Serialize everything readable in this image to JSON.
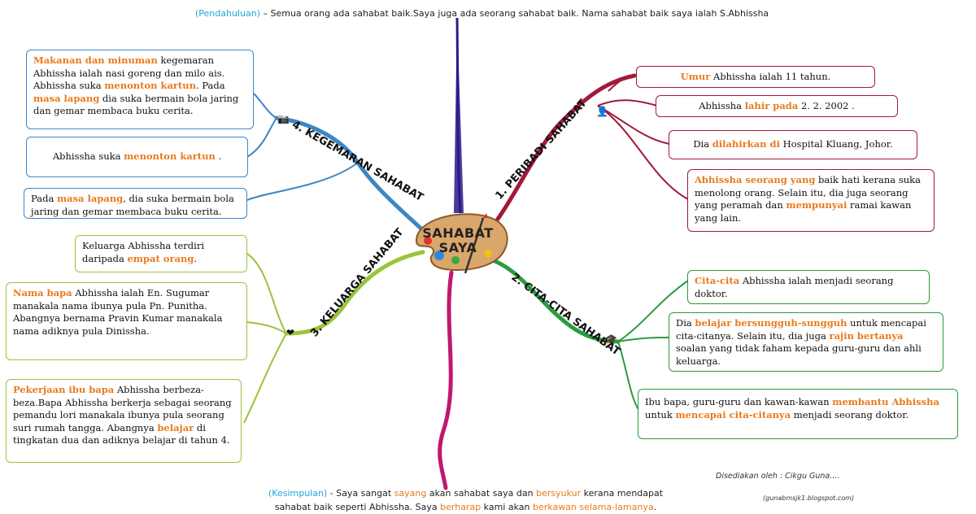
{
  "center": {
    "line1": "SAHABAT",
    "line2": "SAYA"
  },
  "intro": {
    "tag": "(Pendahuluan)",
    "text": " – Semua orang ada sahabat baik.Saya juga ada seorang sahabat baik. Nama sahabat baik saya ialah S.Abhissha"
  },
  "conclusion": {
    "tag": "(Kesimpulan)",
    "line1": [
      " - Saya sangat ",
      "sayang",
      " akan sahabat saya dan ",
      "bersyukur",
      " kerana mendapat"
    ],
    "line2": [
      "sahabat  baik seperti Abhissha. Saya ",
      "berharap",
      " kami akan ",
      "berkawan selama-lamanya",
      "."
    ]
  },
  "branches": {
    "b1": "1. PERIBADI SAHABAT",
    "b2": "2. CITA-CITA SAHABAT",
    "b3": "3. KELUARGA SAHABAT",
    "b4": "4. KEGEMARAN SAHABAT"
  },
  "boxes": {
    "p1": [
      "Umur",
      " Abhissha ialah 11 tahun."
    ],
    "p2": [
      "Abhissha ",
      "lahir pada",
      "    2. 2. 2002 ."
    ],
    "p3": [
      "Dia ",
      "dilahirkan di",
      " Hospital Kluang, Johor."
    ],
    "p4": [
      "Abhissha seorang yang",
      " baik hati kerana suka menolong orang. Selain itu, dia juga seorang yang peramah dan ",
      "mempunyai",
      " ramai kawan yang lain."
    ],
    "c1": [
      "Cita-cita",
      " Abhissha ialah menjadi seorang doktor."
    ],
    "c2": [
      "Dia ",
      "belajar bersungguh-sungguh",
      " untuk mencapai cita-citanya. Selain itu, dia juga ",
      "rajin bertanya",
      " soalan yang tidak faham kepada guru-guru dan ahli keluarga."
    ],
    "c3": [
      "Ibu bapa, guru-guru dan kawan-kawan ",
      "membantu Abhissha",
      " untuk ",
      "mencapai cita-citanya",
      " menjadi seorang doktor."
    ],
    "k1": [
      "Keluarga Abhissha terdiri daripada ",
      "empat orang",
      "."
    ],
    "k2": [
      "Nama bapa",
      " Abhissha ialah En. Sugumar manakala nama ibunya pula Pn. Punitha. Abangnya bernama Pravin Kumar manakala nama adiknya pula Dinissha."
    ],
    "k3": [
      "Pekerjaan ibu bapa",
      " Abhissha berbeza-beza.Bapa Abhissha berkerja  sebagai seorang pemandu lori manakala ibunya pula seorang suri rumah tangga. Abangnya ",
      "belajar",
      " di tingkatan dua dan adiknya   belajar di tahun 4."
    ],
    "g1": [
      "Makanan dan minuman",
      " kegemaran Abhissha ialah nasi goreng dan milo ais. Abhissha suka ",
      "menonton  kartun",
      ". Pada ",
      "masa lapang",
      " dia suka bermain bola jaring dan gemar membaca buku cerita."
    ],
    "g2": [
      "Abhissha suka ",
      "menonton kartun",
      " ."
    ],
    "g3": [
      "Pada ",
      "masa lapang",
      ", dia suka bermain bola jaring dan gemar membaca buku cerita."
    ]
  },
  "credit": "Disediakan oleh : Cikgu  Guna....",
  "blog": "(gunabmsjk1.blogspot.com)",
  "colors": {
    "accent": "#e87a1c",
    "intro": "#1da7d8",
    "red": "#a11a3a",
    "green": "#2a9b3f",
    "blue": "#3d86c6",
    "lime": "#9ac43a",
    "navy": "#2a1a8a",
    "magenta": "#c0186e"
  }
}
